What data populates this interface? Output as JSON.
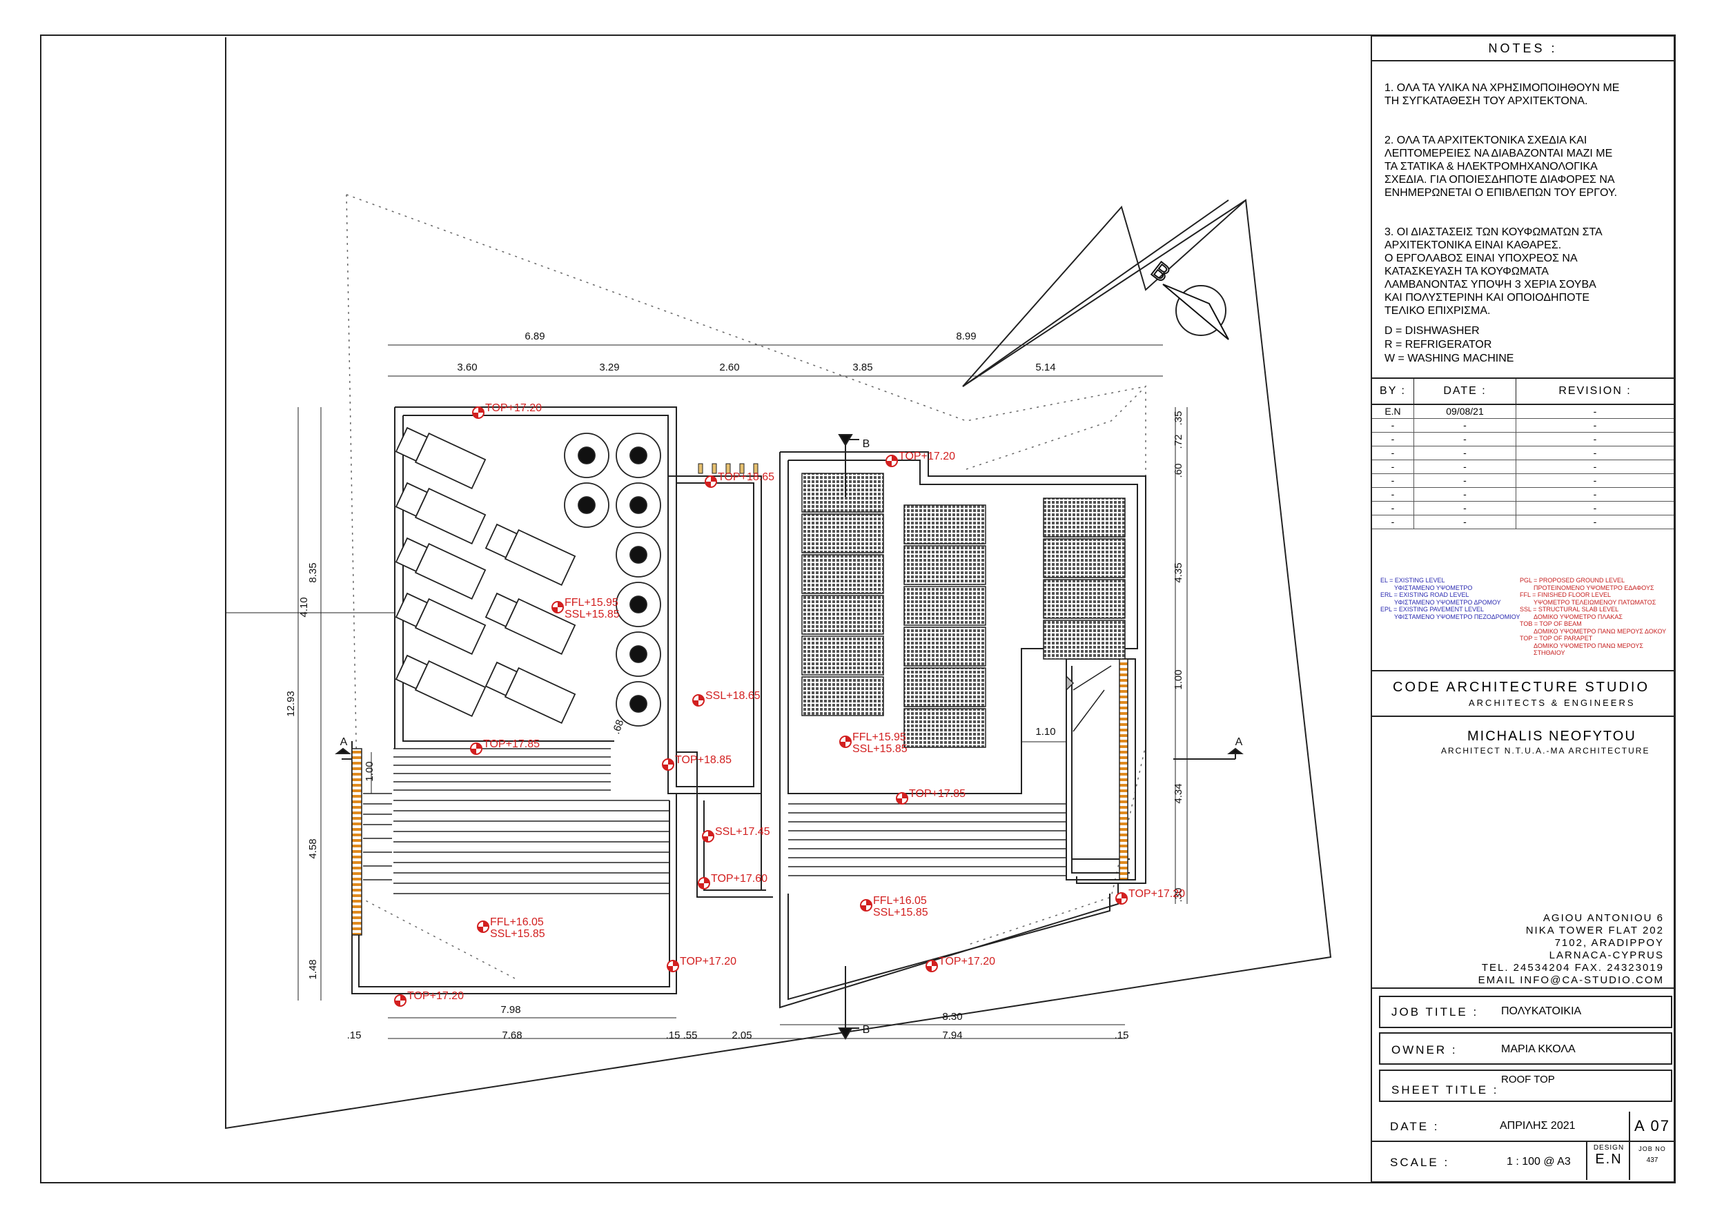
{
  "notes": {
    "title": "NOTES :",
    "items": [
      "1. ΟΛΑ ΤΑ ΥΛΙΚΑ ΝΑ ΧΡΗΣΙΜΟΠΟΙΗΘΟΥΝ ΜΕ\nΤΗ ΣΥΓΚΑΤΑΘΕΣΗ ΤΟΥ ΑΡΧΙΤΕΚΤΟΝΑ.",
      "2. ΟΛΑ ΤΑ ΑΡΧΙΤΕΚΤΟΝΙΚΑ ΣΧΕΔΙΑ ΚΑΙ\nΛΕΠΤΟΜΕΡΕΙΕΣ ΝΑ ΔΙΑΒΑΖΟΝΤΑΙ ΜΑΖΙ ΜΕ\nΤΑ ΣΤΑΤΙΚΑ & ΗΛΕΚΤΡΟΜΗΧΑΝΟΛΟΓΙΚΑ\nΣΧΕΔΙΑ. ΓΙΑ ΟΠΟΙΕΣΔΗΠΟΤΕ ΔΙΑΦΟΡΕΣ ΝΑ\nΕΝΗΜΕΡΩΝΕΤΑΙ Ο ΕΠΙΒΛΕΠΩΝ ΤΟΥ ΕΡΓΟΥ.",
      "3. ΟΙ ΔΙΑΣΤΑΣΕΙΣ ΤΩΝ ΚΟΥΦΩΜΑΤΩΝ ΣΤΑ\nΑΡΧΙΤΕΚΤΟΝΙΚΑ ΕΙΝΑΙ ΚΑΘΑΡΕΣ.\nΟ ΕΡΓΟΛΑΒΟΣ ΕΙΝΑΙ ΥΠΟΧΡΕΟΣ ΝΑ\nΚΑΤΑΣΚΕΥΑΣΗ ΤΑ ΚΟΥΦΩΜΑΤΑ\nΛΑΜΒΑΝΟΝΤΑΣ ΥΠΟΨΗ 3 ΧΕΡΙΑ ΣΟΥΒΑ\nΚΑΙ ΠΟΛΥΣΤΕΡΙΝΗ ΚΑΙ ΟΠΟΙΟΔΗΠΟΤΕ\nΤΕΛΙΚΟ ΕΠΙΧΡΙΣΜΑ."
    ],
    "abbreviations": "D = DISHWASHER\nR = REFRIGERATOR\nW = WASHING MACHINE"
  },
  "revision": {
    "headers": [
      "BY :",
      "DATE :",
      "REVISION :"
    ],
    "rows": [
      [
        "E.N",
        "09/08/21",
        "-"
      ],
      [
        "-",
        "-",
        "-"
      ],
      [
        "-",
        "-",
        "-"
      ],
      [
        "-",
        "-",
        "-"
      ],
      [
        "-",
        "-",
        "-"
      ],
      [
        "-",
        "-",
        "-"
      ],
      [
        "-",
        "-",
        "-"
      ],
      [
        "-",
        "-",
        "-"
      ],
      [
        "-",
        "-",
        "-"
      ]
    ]
  },
  "level_legend": {
    "left": [
      {
        "k": "EL = EXISTING LEVEL",
        "v": "ΥΦΙΣΤΑΜΕΝΟ ΥΨΟΜΕΤΡΟ"
      },
      {
        "k": "ERL = EXISTING ROAD LEVEL",
        "v": "ΥΦΙΣΤΑΜΕΝΟ ΥΨΟΜΕΤΡΟ ΔΡΟΜΟΥ"
      },
      {
        "k": "EPL = EXISTING PAVEMENT LEVEL",
        "v": "ΥΦΙΣΤΑΜΕΝΟ ΥΨΟΜΕΤΡΟ ΠΕΖΟΔΡΟΜΙΟΥ"
      }
    ],
    "right": [
      {
        "k": "PGL = PROPOSED GROUND LEVEL",
        "v": "ΠΡΟΤΕΙΝΟΜΕΝΟ ΥΨΟΜΕΤΡΟ ΕΔΑΦΟΥΣ"
      },
      {
        "k": "FFL = FINISHED FLOOR LEVEL",
        "v": "ΥΨΟΜΕΤΡΟ ΤΕΛΕΙΩΜΕΝΟΥ ΠΑΤΩΜΑΤΟΣ"
      },
      {
        "k": "SSL = STRUCTURAL SLAB LEVEL",
        "v": "ΔΟΜΙΚΟ ΥΨΟΜΕΤΡΟ ΠΛΑΚΑΣ"
      },
      {
        "k": "TOB = TOP OF BEAM",
        "v": "ΔΟΜΙΚΟ ΥΨΟΜΕΤΡΟ ΠΑΝΩ ΜΕΡΟΥΣ ΔΟΚΟΥ"
      },
      {
        "k": "TOP = TOP OF PARAPET",
        "v": "ΔΟΜΙΚΟ ΥΨΟΜΕΤΡΟ ΠΑΝΩ ΜΕΡΟΥΣ ΣΤΗΘΑΙΟΥ"
      }
    ]
  },
  "studio": {
    "name": "CODE ARCHITECTURE STUDIO",
    "sub": "ARCHITECTS & ENGINEERS"
  },
  "architect": {
    "name": "MICHALIS NEOFYTOU",
    "sub": "ARCHITECT N.T.U.A.-MA ARCHITECTURE"
  },
  "address": "AGIOU ANTONIOU 6\nNIKA TOWER FLAT 202\n7102, ARADIPPOY\nLARNACA-CYPRUS\nTEL. 24534204 FAX. 24323019\nEMAIL  INFO@CA-STUDIO.COM",
  "job": {
    "job_title_label": "JOB TITLE :",
    "job_title": "ΠΟΛΥΚΑΤΟΙΚΙΑ",
    "owner_label": "OWNER :",
    "owner": "ΜΑΡΙΑ ΚΚΟΛΑ",
    "sheet_title_label": "SHEET TITLE :",
    "sheet_title": "ROOF TOP",
    "date_label": "DATE :",
    "date": "ΑΠΡΙΛΗΣ 2021",
    "sheet_no": "A 07",
    "scale_label": "SCALE :",
    "scale": "1 : 100 @ A3",
    "design_label": "DESIGN",
    "design": "E.N",
    "job_no_label": "JOB NO",
    "job_no": "437"
  },
  "plan": {
    "dims_top_row1": [
      "6.89",
      "8.99"
    ],
    "dims_top_row2": [
      "3.60",
      "3.29",
      "2.60",
      "3.85",
      "5.14"
    ],
    "dims_left": [
      "8.35",
      "4.10",
      "12.93",
      "1.00",
      "4.58",
      "1.48"
    ],
    "dims_right": [
      ".35",
      ".72",
      ".60",
      "4.35",
      "1.00",
      "4.34",
      ".30"
    ],
    "dims_bottom_row1": [
      "7.98",
      "8.30"
    ],
    "dims_bottom_row2": [
      ".15",
      "7.68",
      ".15",
      ".55",
      "2.05",
      "7.94",
      ".15"
    ],
    "dim_inner": [
      "1.10",
      ".68"
    ],
    "section_marks": [
      "A",
      "A",
      "B",
      "B"
    ],
    "north_label": "B",
    "levels": [
      [
        "TOP+17.20"
      ],
      [
        "TOP+17.20"
      ],
      [
        "TOP+18.65"
      ],
      [
        "FFL+15.95",
        "SSL+15.85"
      ],
      [
        "SSL+18.65"
      ],
      [
        "TOP+17.85"
      ],
      [
        "TOP+18.85"
      ],
      [
        "FFL+15.95",
        "SSL+15.85"
      ],
      [
        "TOP+17.85"
      ],
      [
        "SSL+17.45"
      ],
      [
        "TOP+17.60"
      ],
      [
        "FFL+16.05",
        "SSL+15.85"
      ],
      [
        "TOP+17.20"
      ],
      [
        "FFL+16.05",
        "SSL+15.85"
      ],
      [
        "TOP+17.20"
      ],
      [
        "TOP+17.20"
      ],
      [
        "TOP+17.20"
      ]
    ],
    "colors": {
      "level": "#d21f1f",
      "line": "#1a1a1a",
      "accent": "#e08a1e"
    }
  }
}
